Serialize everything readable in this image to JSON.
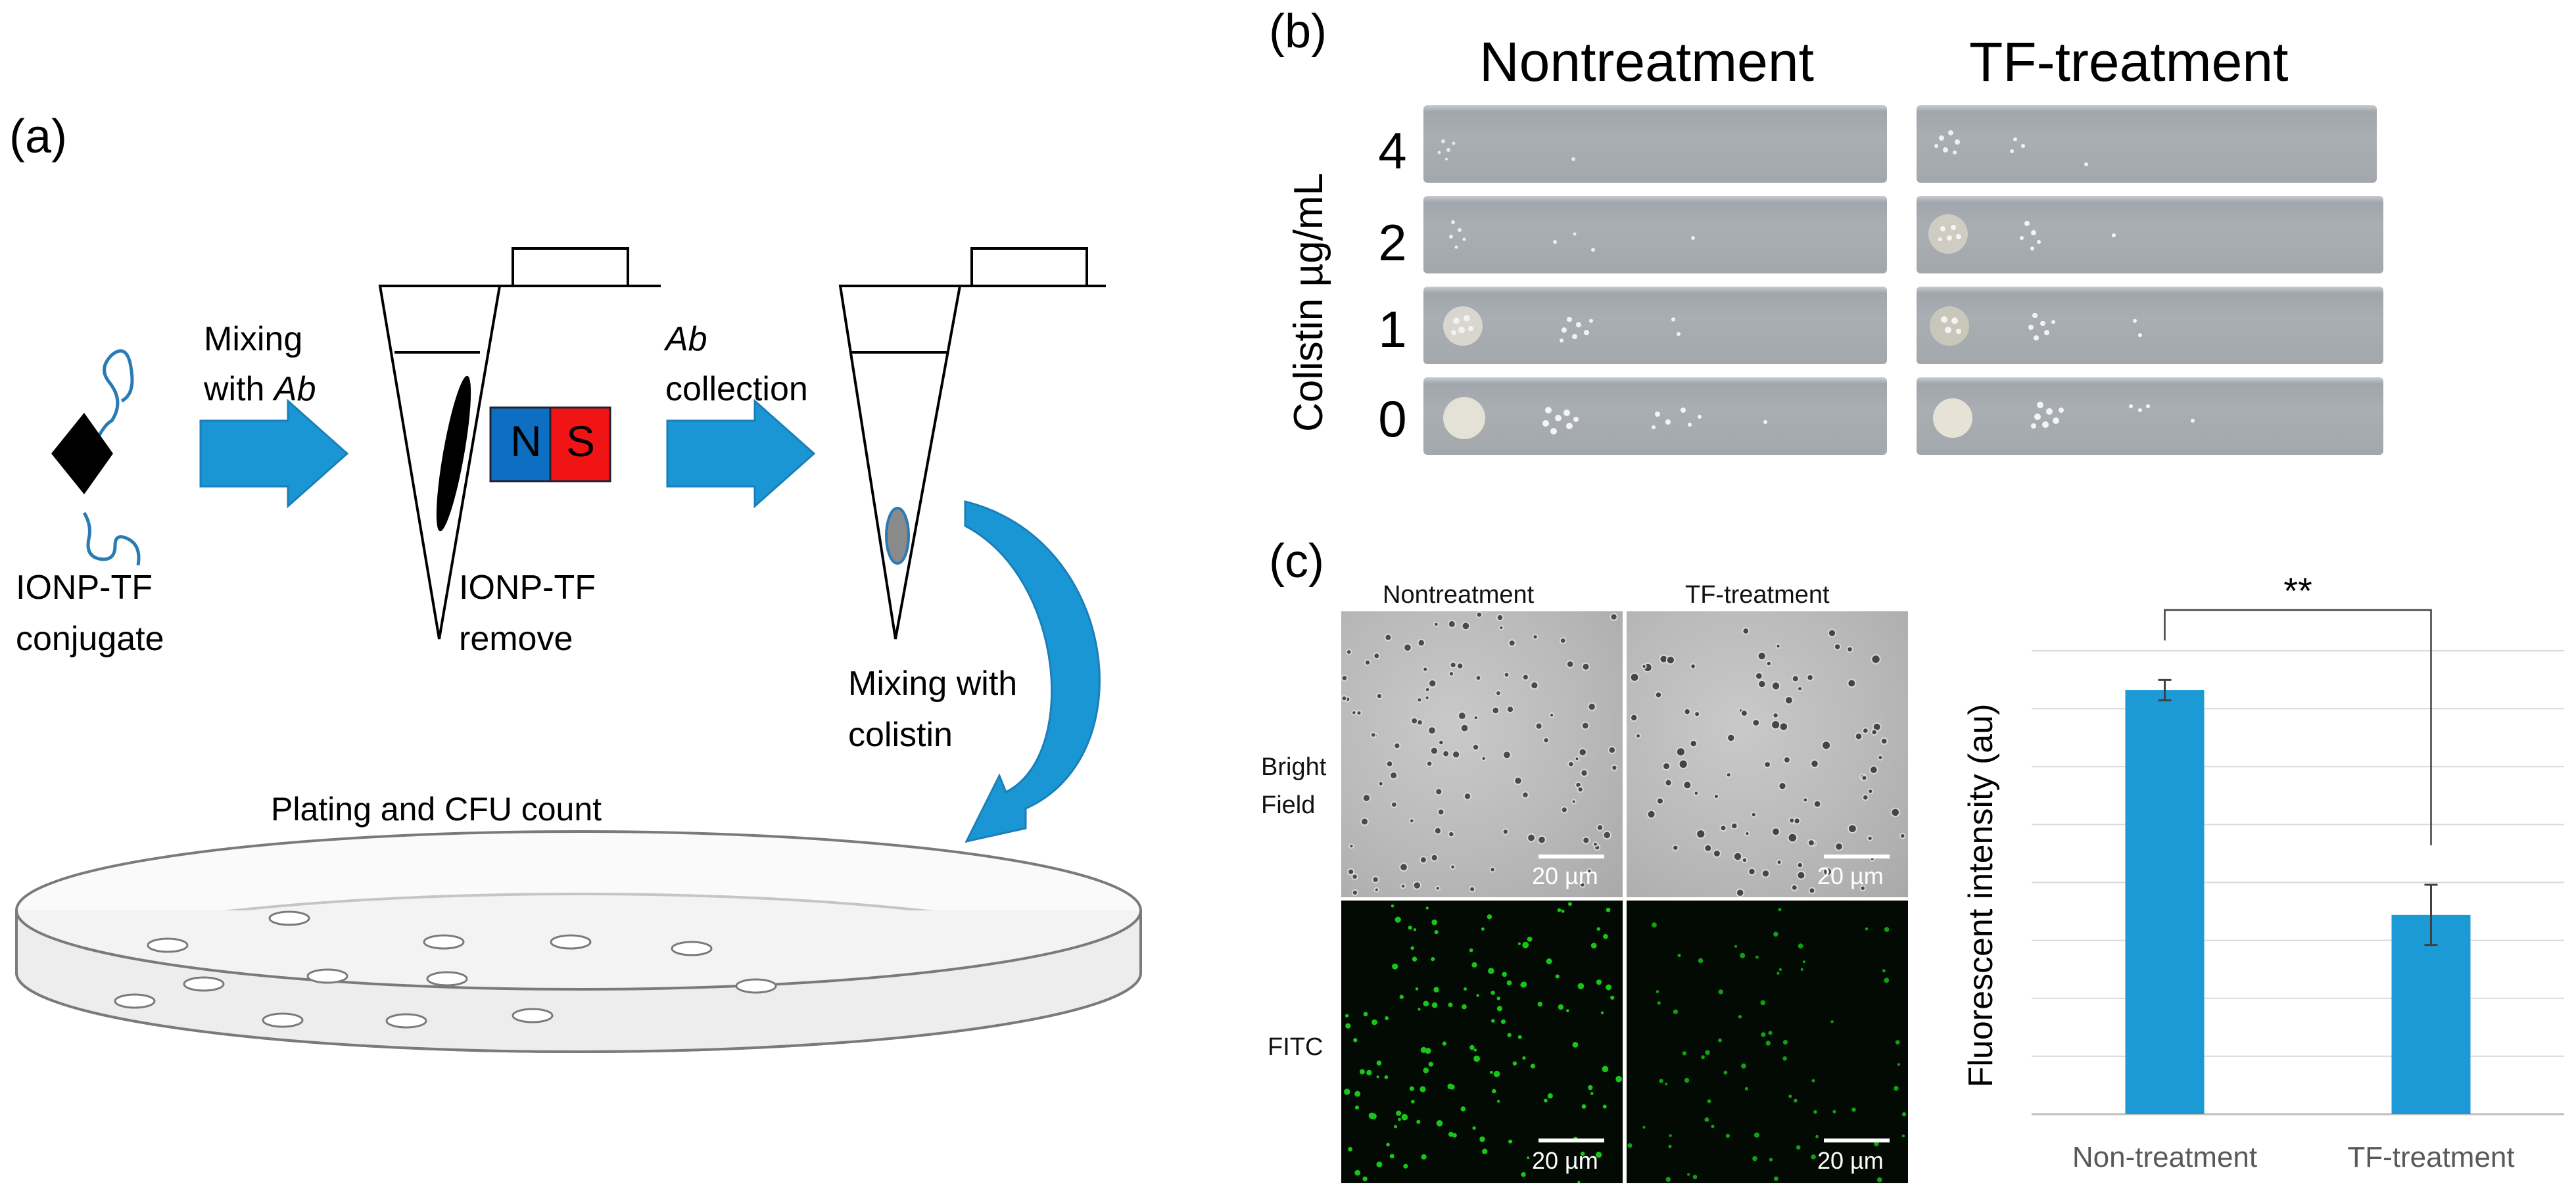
{
  "panel_a": {
    "letter": "(a)",
    "conjugate_label_1": "IONP-TF",
    "conjugate_label_2": "conjugate",
    "arrow1_line1": "Mixing",
    "arrow1_line2_prefix": "with ",
    "arrow1_line2_italic": "Ab",
    "magnet_n": "N",
    "magnet_s": "S",
    "remove_label_1": "IONP-TF",
    "remove_label_2": "remove",
    "arrow2_line1_italic": "Ab",
    "arrow2_line2": "collection",
    "mixing_colistin_1": "Mixing with",
    "mixing_colistin_2": "colistin",
    "plating_label": "Plating and CFU count",
    "colors": {
      "arrow": "#1a96d4",
      "magnet_n": "#0e6fc2",
      "magnet_s": "#f01414"
    }
  },
  "panel_b": {
    "letter": "(b)",
    "col_headers": [
      "Nontreatment",
      "TF-treatment"
    ],
    "y_axis_label": "Colistin µg/mL",
    "concentrations": [
      "4",
      "2",
      "1",
      "0"
    ]
  },
  "panel_c": {
    "letter": "(c)",
    "col_headers": [
      "Nontreatment",
      "TF-treatment"
    ],
    "row_labels": {
      "bright_1": "Bright",
      "bright_2": "Field",
      "fitc": "FITC"
    },
    "scale_label": "20 µm",
    "chart_data": {
      "type": "bar",
      "categories": [
        "Non-treatment",
        "TF-treatment"
      ],
      "values": [
        0.915,
        0.43
      ],
      "errors": [
        0.022,
        0.065
      ],
      "ylabel": "Fluorescent intensity (au)",
      "ylim": [
        0,
        1.0
      ],
      "grid": true,
      "significance": "**",
      "bar_color": "#1b9ad6"
    }
  }
}
